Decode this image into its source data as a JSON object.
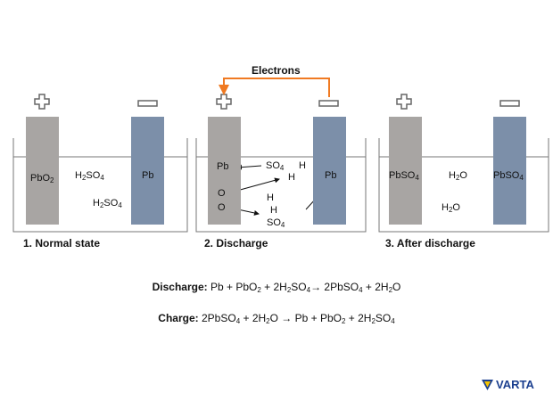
{
  "electrons_label": "Electrons",
  "cells": [
    {
      "label": "1. Normal state",
      "left_plate": "PbO2",
      "right_plate": "Pb",
      "electrolyte": [
        "H2SO4",
        "H2SO4"
      ]
    },
    {
      "label": "2. Discharge",
      "left_plate": [
        "Pb",
        "O",
        "O"
      ],
      "right_plate": "Pb",
      "electrolyte": [
        "SO4",
        "H",
        "H",
        "H",
        "H",
        "SO4"
      ]
    },
    {
      "label": "3. After discharge",
      "left_plate": "PbSO4",
      "right_plate": "PbSO4",
      "electrolyte": [
        "H2O",
        "H2O"
      ]
    }
  ],
  "equations": {
    "discharge_label": "Discharge:",
    "discharge": "Pb + PbO2 + 2H2SO4→ 2PbSO4 + 2H2O",
    "charge_label": "Charge:",
    "charge": "2PbSO4 + 2H2O → Pb + PbO2 + 2H2SO4"
  },
  "logo": "VARTA",
  "colors": {
    "orange": "#f07a22",
    "grey_plate": "#a8a5a3",
    "blue_plate": "#7c8fa9",
    "brand": "#1b3f8f",
    "brand_yellow": "#f5c400"
  }
}
